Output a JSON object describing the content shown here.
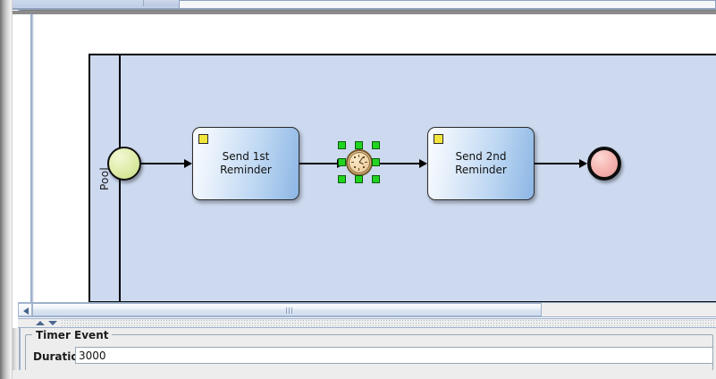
{
  "window": {
    "tabs": [
      {
        "name": "background-tab",
        "label": ""
      },
      {
        "name": "active-editor-tab",
        "label": ""
      }
    ]
  },
  "canvas": {
    "pool": {
      "label": "Pool"
    },
    "elements": [
      {
        "id": "start-event",
        "type": "start-event",
        "label": "",
        "selected": false
      },
      {
        "id": "task-1",
        "type": "task",
        "label": "Send 1st\nReminder",
        "line1": "Send 1st",
        "line2": "Reminder",
        "marker": "message-marker",
        "selected": false
      },
      {
        "id": "timer-event",
        "type": "intermediate-timer-event",
        "label": "",
        "selected": true
      },
      {
        "id": "task-2",
        "type": "task",
        "label": "Send 2nd\nReminder",
        "line1": "Send 2nd",
        "line2": "Reminder",
        "marker": "message-marker",
        "selected": false
      },
      {
        "id": "end-event",
        "type": "end-event",
        "label": "",
        "selected": false
      }
    ],
    "flows": [
      {
        "from": "start-event",
        "to": "task-1"
      },
      {
        "from": "task-1",
        "to": "timer-event"
      },
      {
        "from": "timer-event",
        "to": "task-2"
      },
      {
        "from": "task-2",
        "to": "end-event"
      }
    ]
  },
  "scrollbar": {
    "orientation": "horizontal",
    "left_button_icon": "triangle-left-icon",
    "thumb_grip_icon": "grip-lines-icon"
  },
  "divider": {
    "collapse_up_icon": "triangle-up-icon",
    "collapse_down_icon": "triangle-down-icon"
  },
  "properties": {
    "group_title": "Timer Event",
    "fields": [
      {
        "name": "duration",
        "label": "Duration",
        "value": "3000",
        "placeholder": ""
      }
    ]
  },
  "colors": {
    "pool_fill": "#ccd9ef",
    "task_fill_light": "#fbfdff",
    "task_fill_dark": "#8cb6e4",
    "start_event_fill": "#c6dd80",
    "end_event_fill": "#f6b5b1",
    "timer_fill": "#e8c79a",
    "selection_handle": "#21d421",
    "task_marker": "#f2e63e",
    "panel_bg": "#ededed"
  }
}
